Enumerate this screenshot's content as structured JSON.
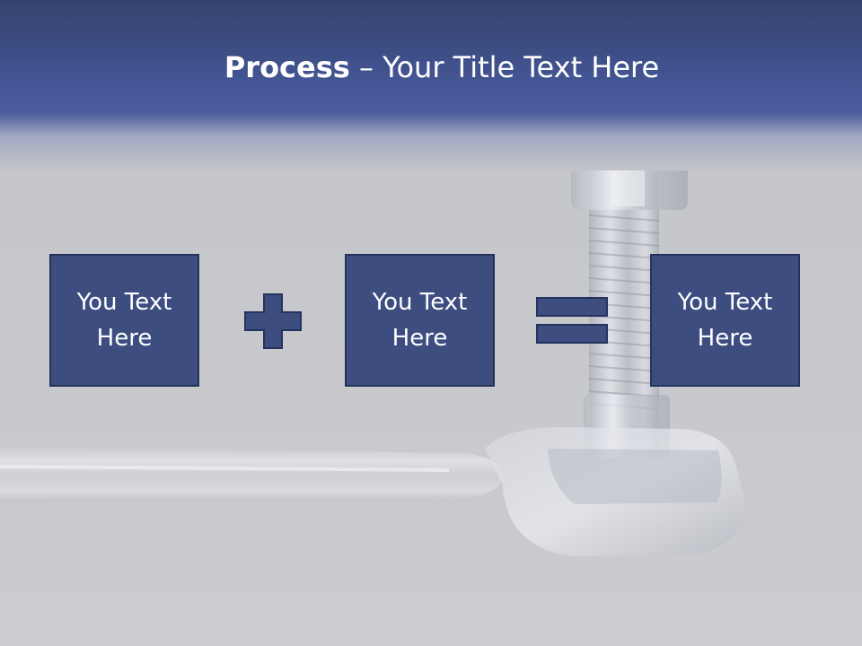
{
  "slide": {
    "title_bold": "Process",
    "title_dash": " – ",
    "title_rest": "Your Title Text Here"
  },
  "boxes": [
    {
      "line1": "You Text",
      "line2": "Here"
    },
    {
      "line1": "You Text",
      "line2": "Here"
    },
    {
      "line1": "You Text",
      "line2": "Here"
    }
  ],
  "operators": [
    "plus-icon",
    "equals-icon"
  ],
  "colors": {
    "header_blue": "#46589a",
    "box_fill": "#3d4d80",
    "box_border": "#25335c",
    "background": "#c7c8cc",
    "text": "#ffffff"
  },
  "background_image": "bolt-and-wrench"
}
